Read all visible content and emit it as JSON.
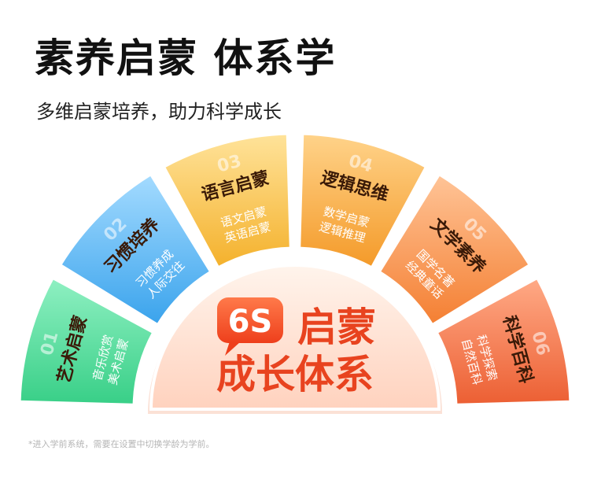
{
  "header": {
    "title": "素养启蒙 体系学",
    "subtitle": "多维启蒙培养，助力科学成长"
  },
  "center": {
    "badge": "6S",
    "line1": "启蒙",
    "line2": "成长体系"
  },
  "segments": [
    {
      "num": "01",
      "title": "艺术启蒙",
      "items": [
        "音乐欣赏",
        "美术启蒙"
      ],
      "color": "#3fcf8e"
    },
    {
      "num": "02",
      "title": "习惯培养",
      "items": [
        "习惯养成",
        "人际交往"
      ],
      "color": "#3ea8ee"
    },
    {
      "num": "03",
      "title": "语言启蒙",
      "items": [
        "语文启蒙",
        "英语启蒙"
      ],
      "color": "#f5b431"
    },
    {
      "num": "04",
      "title": "逻辑思维",
      "items": [
        "数学启蒙",
        "逻辑推理"
      ],
      "color": "#f59a2e"
    },
    {
      "num": "05",
      "title": "文学素养",
      "items": [
        "国学名著",
        "经典童话"
      ],
      "color": "#f58a38"
    },
    {
      "num": "06",
      "title": "科学百科",
      "items": [
        "科学探索",
        "自然百科"
      ],
      "color": "#ef6a3c"
    }
  ],
  "footnote": "*进入学前系统，需要在设置中切换学龄为学前。"
}
